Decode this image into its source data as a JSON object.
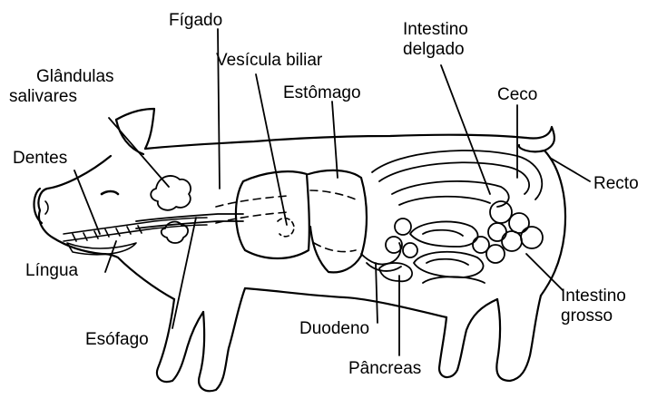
{
  "labels": {
    "figado": "Fígado",
    "vesicula": "Vesícula biliar",
    "estomago": "Estômago",
    "intestino_delgado": [
      "Intestino",
      "delgado"
    ],
    "ceco": "Ceco",
    "recto": "Recto",
    "glandulas": [
      "Glândulas",
      "salivares"
    ],
    "dentes": "Dentes",
    "lingua": "Língua",
    "esofago": "Esófago",
    "duodeno": "Duodeno",
    "pancreas": "Pâncreas",
    "intestino_grosso": [
      "Intestino",
      "grosso"
    ]
  },
  "colors": {
    "ink": "#000000",
    "background": "#ffffff"
  }
}
